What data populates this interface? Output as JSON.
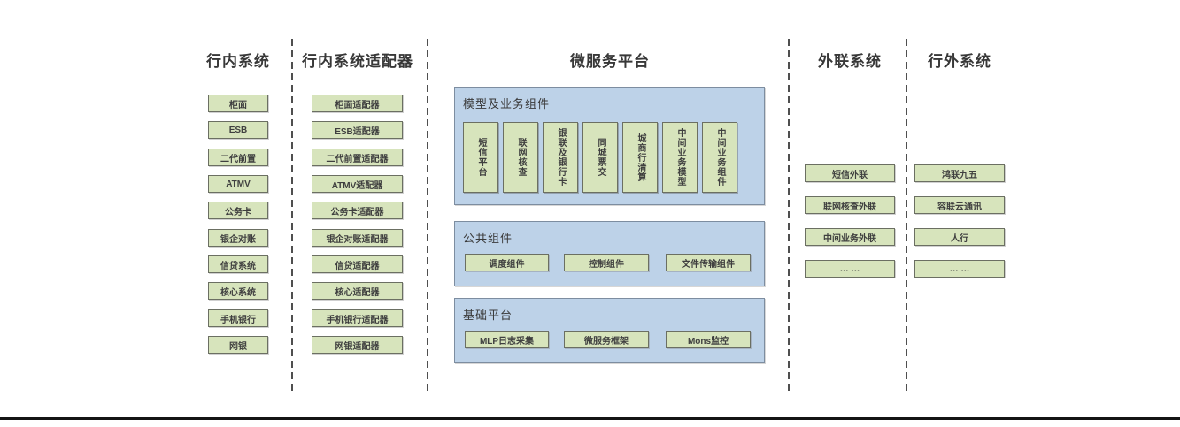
{
  "diagram": {
    "title_note": "microservice platform architecture diagram",
    "colors": {
      "box_fill": "#d7e4bc",
      "box_border": "#6b6f62",
      "panel_fill": "#bdd2e8",
      "panel_border": "#7d8da0",
      "divider": "#4f4f4f",
      "text": "#3f3f3f"
    },
    "columns": {
      "inbank": {
        "title": "行内系统",
        "items": [
          "柜面",
          "ESB",
          "二代前置",
          "ATMV",
          "公务卡",
          "银企对账",
          "信贷系统",
          "核心系统",
          "手机银行",
          "网银"
        ]
      },
      "adapters": {
        "title": "行内系统适配器",
        "items": [
          "柜面适配器",
          "ESB适配器",
          "二代前置适配器",
          "ATMV适配器",
          "公务卡适配器",
          "银企对账适配器",
          "信贷适配器",
          "核心适配器",
          "手机银行适配器",
          "网银适配器"
        ]
      },
      "platform": {
        "title": "微服务平台",
        "panels": {
          "model": {
            "label": "模型及业务组件",
            "items": [
              "短信平台",
              "联网核查",
              "银联及银行卡",
              "同城票交",
              "城商行清算",
              "中间业务模型",
              "中间业务组件"
            ]
          },
          "common": {
            "label": "公共组件",
            "items": [
              "调度组件",
              "控制组件",
              "文件传输组件"
            ]
          },
          "base": {
            "label": "基础平台",
            "items": [
              "MLP日志采集",
              "微服务框架",
              "Mons监控"
            ]
          }
        }
      },
      "external_link": {
        "title": "外联系统",
        "items": [
          "短信外联",
          "联网核查外联",
          "中间业务外联",
          "… …"
        ]
      },
      "outbank": {
        "title": "行外系统",
        "items": [
          "鸿联九五",
          "容联云通讯",
          "人行",
          "… …"
        ]
      }
    }
  }
}
